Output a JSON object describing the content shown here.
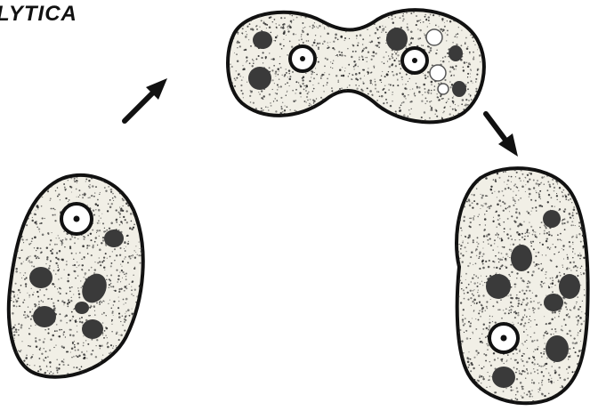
{
  "title": "LYTICA",
  "colors": {
    "ink": "#111111",
    "cytoplasm": "#f1efe6",
    "stipple": "#2a2a2a",
    "inclusion": "#3a3a3a",
    "nucleus_fill": "#ffffff"
  },
  "stages": [
    {
      "name": "single-cell",
      "inclusions": 6,
      "nuclei": 1
    },
    {
      "name": "dividing-cell",
      "inclusions": 5,
      "nuclei": 2
    },
    {
      "name": "cell-after-division",
      "inclusions": 7,
      "nuclei": 1
    }
  ],
  "arrows": [
    {
      "name": "arrow-stage1-to-stage2",
      "from": "single-cell",
      "to": "dividing-cell"
    },
    {
      "name": "arrow-stage2-to-stage3",
      "from": "dividing-cell",
      "to": "cell-after-division"
    }
  ]
}
